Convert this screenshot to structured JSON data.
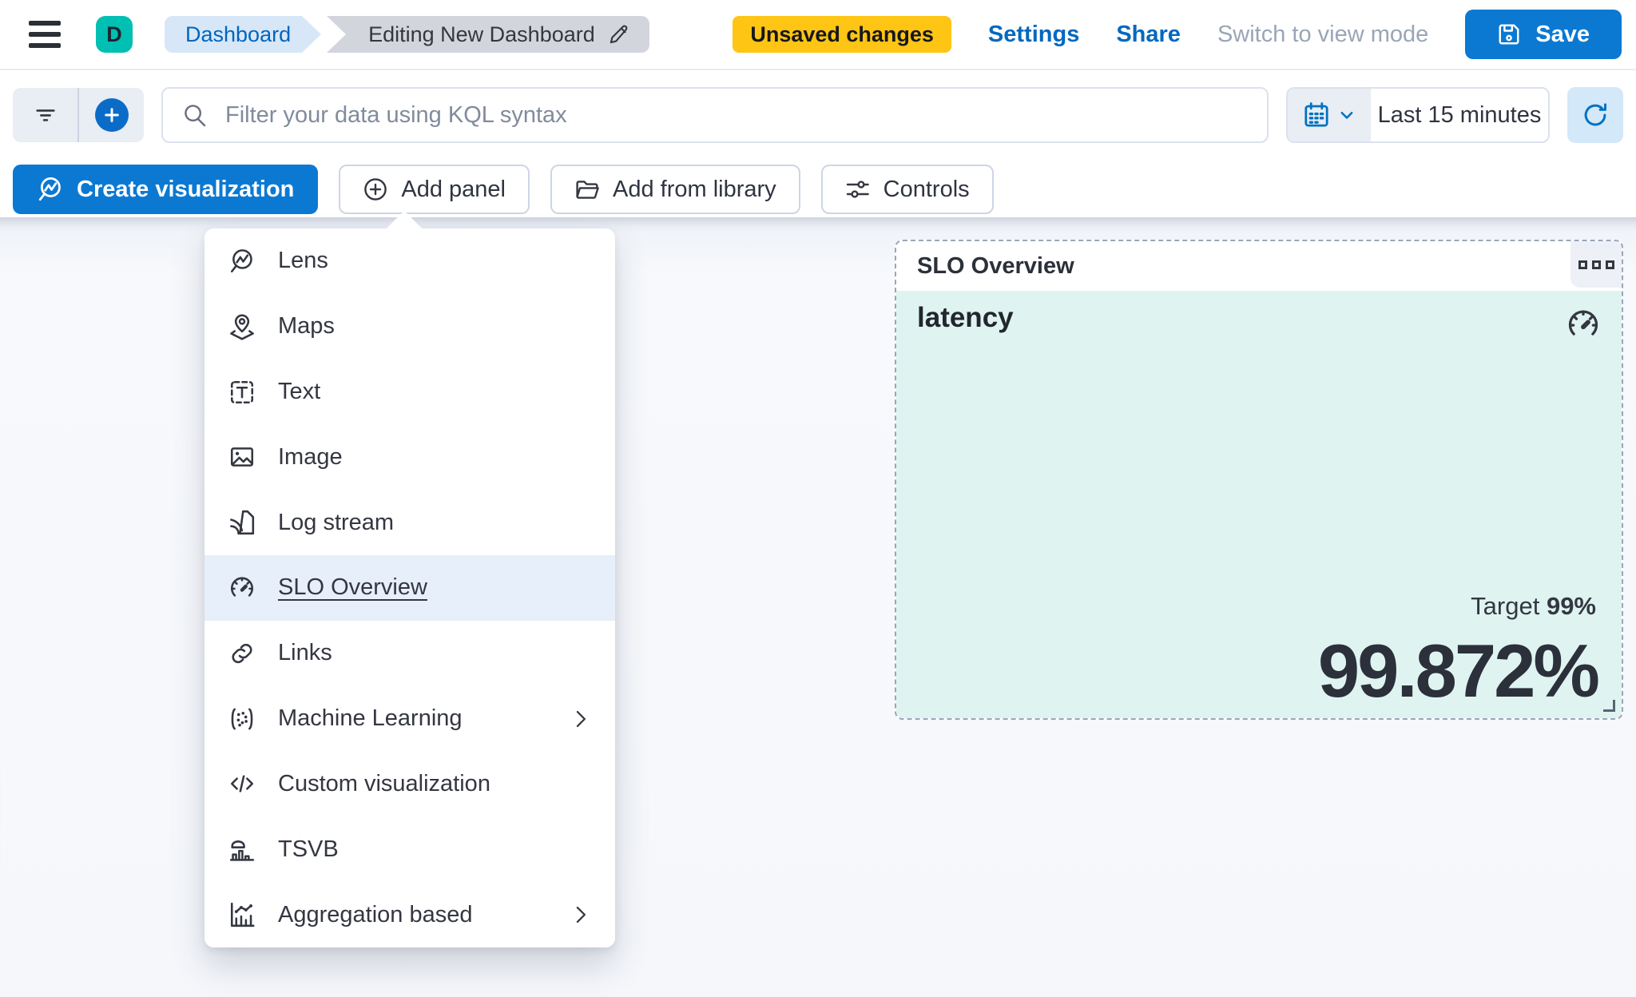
{
  "header": {
    "avatar_initial": "D",
    "breadcrumbs": [
      {
        "label": "Dashboard"
      },
      {
        "label": "Editing New Dashboard"
      }
    ],
    "unsaved_badge": "Unsaved changes",
    "settings_label": "Settings",
    "share_label": "Share",
    "view_mode_label": "Switch to view mode",
    "save_label": "Save"
  },
  "query_bar": {
    "kql_placeholder": "Filter your data using KQL syntax",
    "time_range": "Last 15 minutes"
  },
  "action_bar": {
    "create_visualization": "Create visualization",
    "add_panel": "Add panel",
    "add_from_library": "Add from library",
    "controls": "Controls"
  },
  "add_panel_menu": {
    "items": [
      {
        "label": "Lens"
      },
      {
        "label": "Maps"
      },
      {
        "label": "Text"
      },
      {
        "label": "Image"
      },
      {
        "label": "Log stream"
      },
      {
        "label": "SLO Overview",
        "selected": true
      },
      {
        "label": "Links"
      },
      {
        "label": "Machine Learning",
        "has_submenu": true
      },
      {
        "label": "Custom visualization"
      },
      {
        "label": "TSVB"
      },
      {
        "label": "Aggregation based",
        "has_submenu": true
      }
    ]
  },
  "slo_panel": {
    "title": "SLO Overview",
    "slo_name": "latency",
    "target_label": "Target",
    "target_value": "99%",
    "value": "99.872%"
  },
  "colors": {
    "primary_blue": "#0b79d2",
    "link_blue": "#0068c0",
    "warning_badge": "#fec514",
    "avatar_teal": "#00bfb3",
    "panel_healthy_bg": "#dff4f1",
    "menu_highlight": "#e7effa",
    "dark_text": "#343741",
    "muted_text": "#9aa5b6"
  }
}
